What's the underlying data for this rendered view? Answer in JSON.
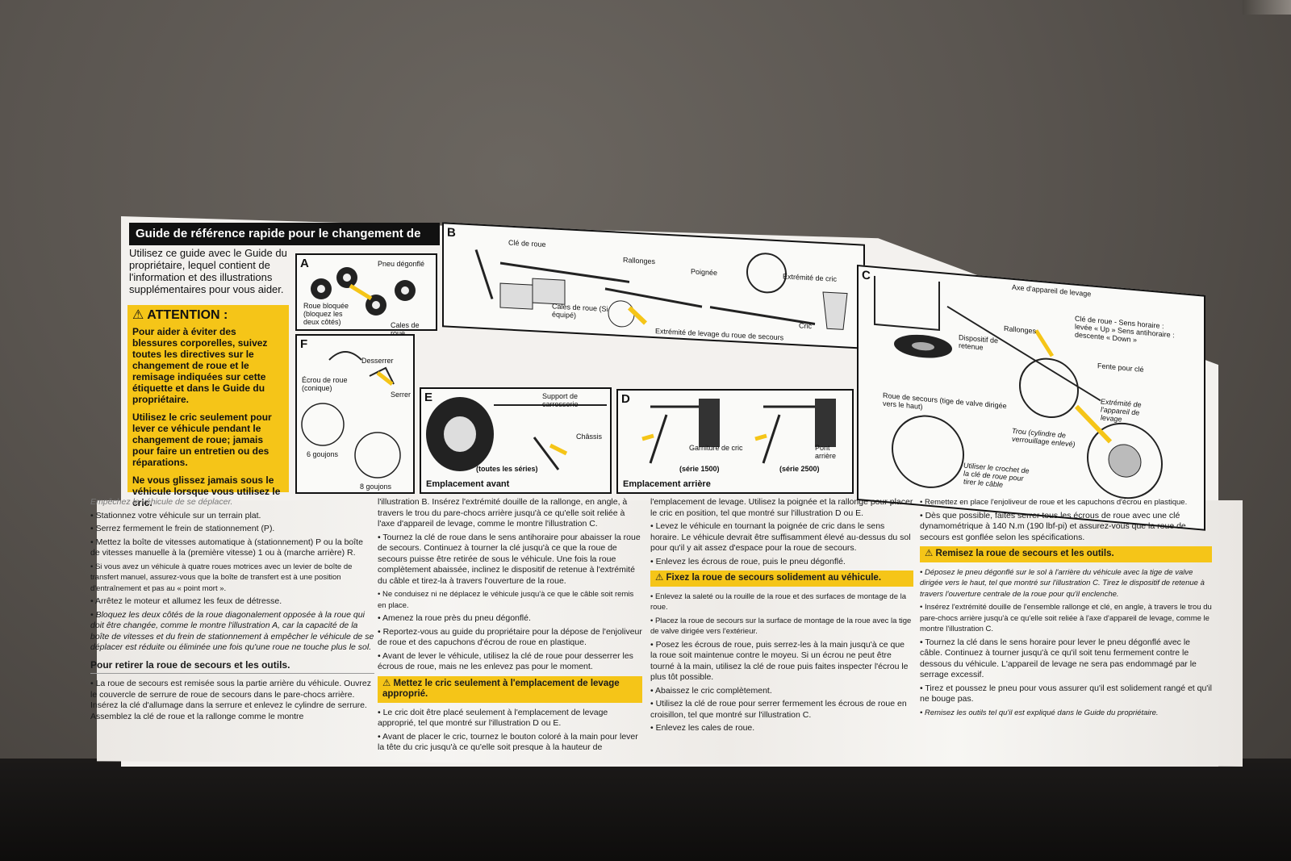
{
  "sheet": {
    "title": "Guide de référence rapide pour le changement de roue",
    "intro": "Utilisez ce guide avec le Guide du propriétaire, lequel contient de l'information et des illustrations supplémentaires pour vous aider.",
    "attention": {
      "heading": "ATTENTION :",
      "p1": "Pour aider à éviter des blessures corporelles, suivez toutes les directives sur le changement de roue et le remisage indiquées sur cette étiquette et dans le Guide du propriétaire.",
      "p2": "Utilisez le cric seulement pour lever ce véhicule pendant le changement de roue; jamais pour faire un entretien ou des réparations.",
      "p3": "Ne vous glissez jamais sous le véhicule lorsque vous utilisez le cric."
    }
  },
  "panels": {
    "a": {
      "letter": "A",
      "pneu": "Pneu dégonflé",
      "roue": "Roue bloquée (bloquez les deux côtés)",
      "cales": "Cales de roue"
    },
    "b": {
      "letter": "B",
      "cle": "Clé de roue",
      "rallonges": "Rallonges",
      "poignee": "Poignée",
      "extremite": "Extrémité de cric",
      "cales": "Cales de roue (Si équipé)",
      "cric": "Cric",
      "levage": "Extrémité de levage du roue de secours"
    },
    "c": {
      "letter": "C",
      "axe": "Axe d'appareil de levage",
      "cle": "Clé de roue - Sens horaire : levée « Up » Sens antihoraire : descente « Down »",
      "rallonges": "Rallonges",
      "dispositif": "Dispositif de retenue",
      "fente": "Fente pour clé",
      "extremite": "Extrémité de l'appareil de levage",
      "roue": "Roue de secours (tige de valve dirigée vers le haut)",
      "trou": "Trou (cylindre de verrouillage enlevé)",
      "crochet": "Utiliser le crochet de la clé de roue pour tirer le câble"
    },
    "d": {
      "letter": "D",
      "garniture": "Garniture de cric",
      "pont": "Pont arrière",
      "serie1500": "(série 1500)",
      "serie2500": "(série 2500)",
      "caption": "Emplacement arrière"
    },
    "e": {
      "letter": "E",
      "support": "Support de carrosserie",
      "chassis": "Châssis",
      "series": "(toutes les séries)",
      "caption": "Emplacement avant"
    },
    "f": {
      "letter": "F",
      "desserrer": "Desserrer",
      "ecrou": "Écrou de roue (conique)",
      "serrer": "Serrer",
      "six": "6 goujons",
      "huit": "8 goujons"
    }
  },
  "text": {
    "col1": [
      "Empêchez le véhicule de se déplacer.",
      "• Stationnez votre véhicule sur un terrain plat.",
      "• Serrez fermement le frein de stationnement (P).",
      "• Mettez la boîte de vitesses automatique à (stationnement) P ou la boîte de vitesses manuelle à la (première vitesse) 1 ou à (marche arrière) R.",
      "• Si vous avez un véhicule à quatre roues motrices avec un levier de boîte de transfert manuel, assurez-vous que la boîte de transfert est à une position d'entraînement et pas au « point mort ».",
      "• Arrêtez le moteur et allumez les feux de détresse.",
      "• Bloquez les deux côtés de la roue diagonalement opposée à la roue qui doit être changée, comme le montre l'illustration A, car la capacité de la boîte de vitesses et du frein de stationnement à empêcher le véhicule de se déplacer est réduite ou éliminée une fois qu'une roue ne touche plus le sol."
    ],
    "col1_head": "Pour retirer la roue de secours et les outils.",
    "col1_b": "• La roue de secours est remisée sous la partie arrière du véhicule. Ouvrez le couvercle de serrure de roue de secours dans le pare-chocs arrière. Insérez la clé d'allumage dans la serrure et enlevez le cylindre de serrure. Assemblez la clé de roue et la rallonge comme le montre",
    "col2": [
      "l'illustration B. Insérez l'extrémité douille de la rallonge, en angle, à travers le trou du pare-chocs arrière jusqu'à ce qu'elle soit reliée à l'axe d'appareil de levage, comme le montre l'illustration C.",
      "• Tournez la clé de roue dans le sens antihoraire pour abaisser la roue de secours. Continuez à tourner la clé jusqu'à ce que la roue de secours puisse être retirée de sous le véhicule. Une fois la roue complètement abaissée, inclinez le dispositif de retenue à l'extrémité du câble et tirez-la à travers l'ouverture de la roue.",
      "• Ne conduisez ni ne déplacez le véhicule jusqu'à ce que le câble soit remis en place.",
      "• Amenez la roue près du pneu dégonflé.",
      "• Reportez-vous au guide du propriétaire pour la dépose de l'enjoliveur de roue et des capuchons d'écrou de roue en plastique.",
      "• Avant de lever le véhicule, utilisez la clé de roue pour desserrer les écrous de roue, mais ne les enlevez pas pour le moment."
    ],
    "col2_head": "Mettez le cric seulement à l'emplacement de levage approprié.",
    "col2_b": [
      "• Le cric doit être placé seulement à l'emplacement de levage approprié, tel que montré sur l'illustration D ou E.",
      "• Avant de placer le cric, tournez le bouton coloré à la main pour lever la tête du cric jusqu'à ce qu'elle soit presque à la hauteur de"
    ],
    "col3": [
      "l'emplacement de levage. Utilisez la poignée et la rallonge pour placer le cric en position, tel que montré sur l'illustration D ou E.",
      "• Levez le véhicule en tournant la poignée de cric dans le sens horaire. Le véhicule devrait être suffisamment élevé au-dessus du sol pour qu'il y ait assez d'espace pour la roue de secours.",
      "• Enlevez les écrous de roue, puis le pneu dégonflé."
    ],
    "col3_head": "Fixez la roue de secours solidement au véhicule.",
    "col3_b": [
      "• Enlevez la saleté ou la rouille de la roue et des surfaces de montage de la roue.",
      "• Placez la roue de secours sur la surface de montage de la roue avec la tige de valve dirigée vers l'extérieur.",
      "• Posez les écrous de roue, puis serrez-les à la main jusqu'à ce que la roue soit maintenue contre le moyeu. Si un écrou ne peut être tourné à la main, utilisez la clé de roue puis faites inspecter l'écrou le plus tôt possible.",
      "• Abaissez le cric complètement.",
      "• Utilisez la clé de roue pour serrer fermement les écrous de roue en croisillon, tel que montré sur l'illustration C.",
      "• Enlevez les cales de roue."
    ],
    "col4": [
      "• Remettez en place l'enjoliveur de roue et les capuchons d'écrou en plastique.",
      "• Dès que possible, faites serrer tous les écrous de roue avec une clé dynamométrique à 140 N.m (190 lbf-pi) et assurez-vous que la roue de secours est gonflée selon les spécifications."
    ],
    "col4_head": "Remisez la roue de secours et les outils.",
    "col4_b": [
      "• Déposez le pneu dégonflé sur le sol à l'arrière du véhicule avec la tige de valve dirigée vers le haut, tel que montré sur l'illustration C. Tirez le dispositif de retenue à travers l'ouverture centrale de la roue pour qu'il enclenche.",
      "• Insérez l'extrémité douille de l'ensemble rallonge et clé, en angle, à travers le trou du pare-chocs arrière jusqu'à ce qu'elle soit reliée à l'axe d'appareil de levage, comme le montre l'illustration C.",
      "• Tournez la clé dans le sens horaire pour lever le pneu dégonflé avec le câble. Continuez à tourner jusqu'à ce qu'il soit tenu fermement contre le dessous du véhicule. L'appareil de levage ne sera pas endommagé par le serrage excessif.",
      "• Tirez et poussez le pneu pour vous assurer qu'il est solidement rangé et qu'il ne bouge pas.",
      "• Remisez les outils tel qu'il est expliqué dans le Guide du propriétaire."
    ]
  },
  "colors": {
    "accent_yellow": "#f5c518",
    "ink": "#111111",
    "paper": "#f3f1ee"
  }
}
